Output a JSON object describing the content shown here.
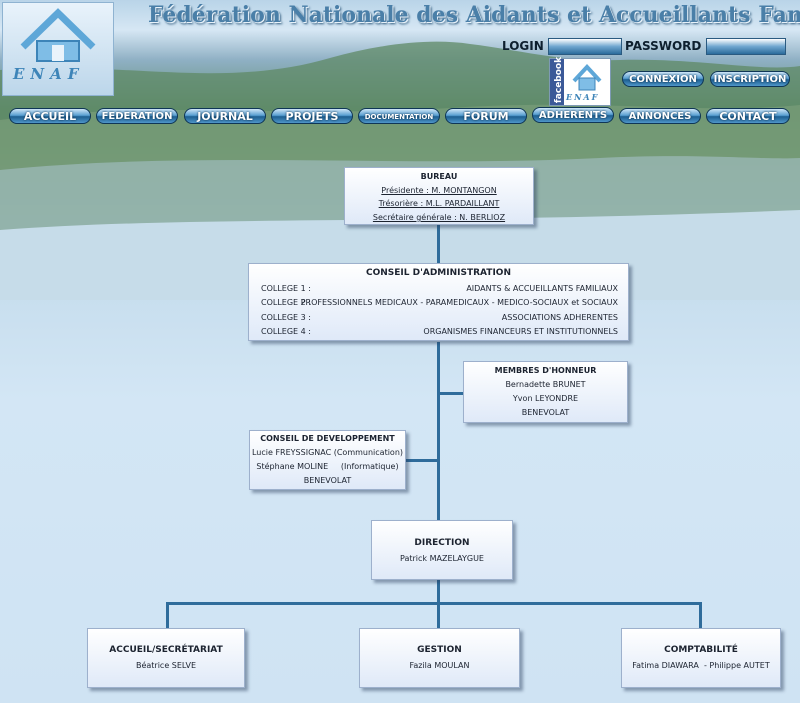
{
  "header": {
    "title": "Fédération Nationale des Aidants et Accueillants Familiaux",
    "logo_text": "ENAF",
    "login_label": "LOGIN :",
    "password_label": "PASSWORD :",
    "facebook_label": "facebook",
    "facebook_logo_text": "ENAF",
    "connexion_label": "CONNEXION",
    "inscription_label": "INSCRIPTION"
  },
  "nav": {
    "items": [
      "ACCUEIL",
      "FEDERATION",
      "JOURNAL",
      "PROJETS",
      "DOCUMENTATION",
      "FORUM",
      "ADHERENTS",
      "ANNONCES",
      "CONTACT"
    ]
  },
  "org": {
    "bureau": {
      "title": "BUREAU",
      "lines": [
        "Présidente : M. MONTANGON",
        "Trésorière : M.L. PARDAILLANT",
        "Secrétaire générale : N. BERLIOZ"
      ]
    },
    "conseil": {
      "title": "CONSEIL D'ADMINISTRATION",
      "colleges": [
        {
          "label": "COLLEGE 1 :",
          "value": "AIDANTS & ACCUEILLANTS FAMILIAUX"
        },
        {
          "label": "COLLEGE 2 :",
          "value": "PROFESSIONNELS MEDICAUX - PARAMEDICAUX - MEDICO-SOCIAUX et SOCIAUX"
        },
        {
          "label": "COLLEGE 3 :",
          "value": "ASSOCIATIONS ADHERENTES"
        },
        {
          "label": "COLLEGE 4 :",
          "value": "ORGANISMES FINANCEURS ET  INSTITUTIONNELS"
        }
      ]
    },
    "honneur": {
      "title": "MEMBRES D'HONNEUR",
      "lines": [
        "Bernadette BRUNET",
        "Yvon LEYONDRE",
        "BENEVOLAT"
      ]
    },
    "developpement": {
      "title": "CONSEIL DE DEVELOPPEMENT",
      "lines": [
        "Lucie FREYSSIGNAC (Communication)",
        "Stéphane MOLINE     (Informatique)",
        "BENEVOLAT"
      ]
    },
    "direction": {
      "title": "DIRECTION",
      "name": "Patrick MAZELAYGUE"
    },
    "accueil": {
      "title": "ACCUEIL/SECRÉTARIAT",
      "name": "Béatrice SELVE"
    },
    "gestion": {
      "title": "GESTION",
      "name": "Fazila MOULAN"
    },
    "comptabilite": {
      "title": "COMPTABILITÉ",
      "name": "Fatima DIAWARA  - Philippe AUTET"
    }
  },
  "colors": {
    "accent": "#2f6c9b",
    "title": "#4a7fa8",
    "facebook": "#3b5998"
  }
}
